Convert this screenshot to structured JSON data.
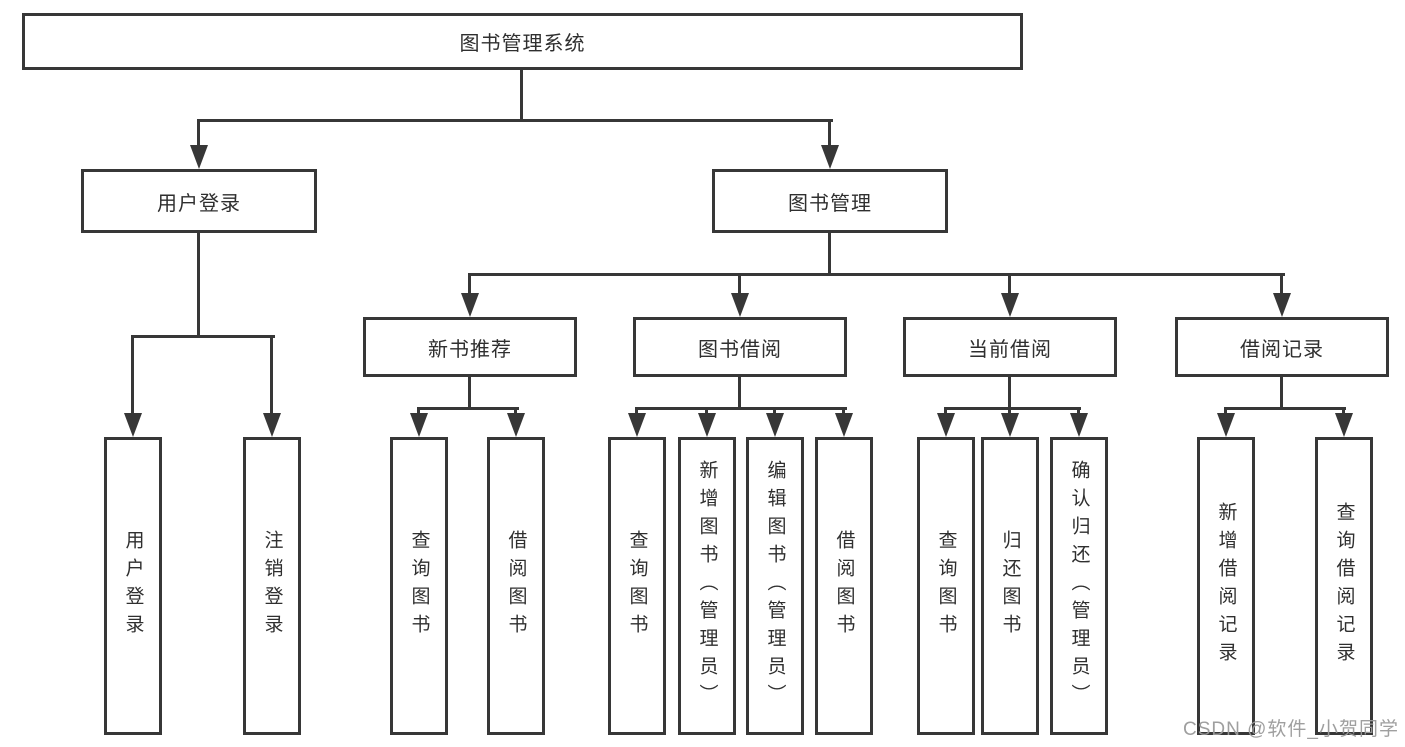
{
  "nodes": {
    "root": "图书管理系统",
    "user_login": "用户登录",
    "book_management": "图书管理",
    "new_book_recommend": "新书推荐",
    "book_borrowing": "图书借阅",
    "current_borrowing": "当前借阅",
    "borrowing_records": "借阅记录",
    "leaf_user_login": "用户登录",
    "leaf_logout": "注销登录",
    "leaf_query_books_1": "查询图书",
    "leaf_borrow_books_1": "借阅图书",
    "leaf_query_books_2": "查询图书",
    "leaf_add_books_admin": "新增图书（管理员）",
    "leaf_edit_books_admin": "编辑图书（管理员）",
    "leaf_borrow_books_2": "借阅图书",
    "leaf_query_books_3": "查询图书",
    "leaf_return_books": "归还图书",
    "leaf_confirm_return_admin": "确认归还（管理员）",
    "leaf_add_borrow_record": "新增借阅记录",
    "leaf_query_borrow_record": "查询借阅记录"
  },
  "watermark": {
    "text": "CSDN @软件_小贺同学"
  },
  "colors": {
    "line": "#373737",
    "box_background": "#ffffff",
    "text": "#2f2f2f",
    "watermark": "#9a9a9a"
  }
}
